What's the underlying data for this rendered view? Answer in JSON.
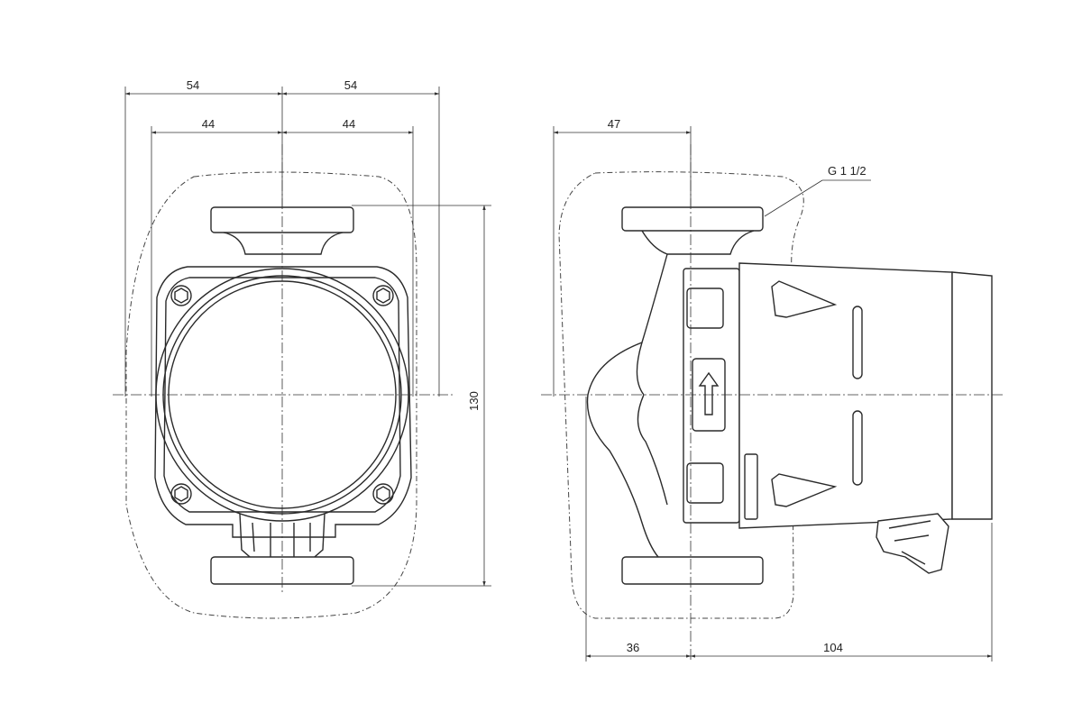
{
  "front_view": {
    "dim_top_left": "54",
    "dim_top_right": "54",
    "dim_mid_left": "44",
    "dim_mid_right": "44",
    "dim_height": "130"
  },
  "side_view": {
    "dim_top": "47",
    "dim_thread": "G 1 1/2",
    "dim_bottom_left": "36",
    "dim_bottom_right": "104"
  }
}
